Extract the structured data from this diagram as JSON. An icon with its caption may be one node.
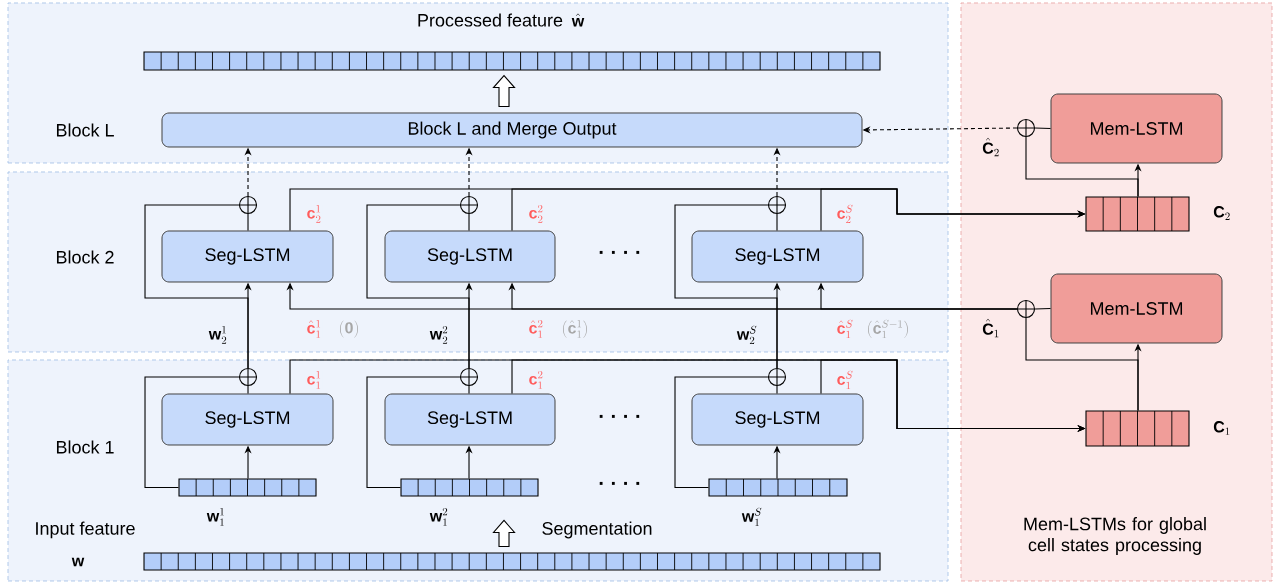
{
  "diagram": {
    "nodes": [
      {
        "text": [
          "Block L"
        ]
      },
      {
        "text": [
          "Block 2"
        ]
      },
      {
        "text": [
          "Block 1"
        ]
      },
      {
        "text": [
          "Mem-LSTMs for global cell states processing"
        ]
      },
      {
        "text": [
          "Processed feature",
          "\\hat{\\mathbf{w}}"
        ],
        "in": 0
      },
      {
        "text": [
          "Block L and Merge Output"
        ],
        "in": 0
      },
      {
        "text": [
          "Seg-LSTM"
        ],
        "in": 1
      },
      {
        "text": [
          "Seg-LSTM"
        ],
        "in": 1
      },
      {
        "text": [
          "Seg-LSTM"
        ],
        "in": 1
      },
      {
        "text": [],
        "shape": "circle",
        "in": 1
      },
      {
        "text": [],
        "shape": "circle",
        "in": 1
      },
      {
        "text": [],
        "shape": "circle",
        "in": 1
      },
      {
        "text": [
          "Seg-LSTM"
        ],
        "in": 2
      },
      {
        "text": [
          "Seg-LSTM"
        ],
        "in": 2
      },
      {
        "text": [
          "Seg-LSTM"
        ],
        "in": 2
      },
      {
        "text": [],
        "shape": "circle",
        "in": 2
      },
      {
        "text": [],
        "shape": "circle",
        "in": 2
      },
      {
        "text": [],
        "shape": "circle",
        "in": 2
      },
      {
        "text": [
          "\\mathbf{w}_1^1"
        ],
        "in": 2
      },
      {
        "text": [
          "\\mathbf{w}_1^2"
        ],
        "in": 2
      },
      {
        "text": [
          "\\mathbf{w}_1^S"
        ],
        "in": 2
      },
      {
        "text": [
          "Input feature",
          "\\mathbf{w}"
        ],
        "in": 2
      },
      {
        "text": [
          "Mem-LSTM"
        ],
        "in": 3
      },
      {
        "text": [],
        "shape": "circle",
        "in": 3
      },
      {
        "text": [
          "\\mathbf{C}_2"
        ],
        "in": 3
      },
      {
        "text": [
          "Mem-LSTM"
        ],
        "in": 3
      },
      {
        "text": [],
        "shape": "circle",
        "in": 3
      },
      {
        "text": [
          "\\mathbf{C}_1"
        ],
        "in": 3
      }
    ],
    "edges": [
      {
        "from": 5,
        "to": 4,
        "arrow": "to"
      },
      {
        "from": 21,
        "to": null,
        "arrow": "to",
        "label": "Segmentation"
      },
      {
        "from": 18,
        "to": 12,
        "arrow": "to"
      },
      {
        "from": 19,
        "to": 13,
        "arrow": "to"
      },
      {
        "from": 20,
        "to": 14,
        "arrow": "to"
      },
      {
        "from": 18,
        "to": 15,
        "arrow": "none"
      },
      {
        "from": 19,
        "to": 16,
        "arrow": "none"
      },
      {
        "from": 20,
        "to": 17,
        "arrow": "none"
      },
      {
        "from": 12,
        "to": 15,
        "arrow": "none"
      },
      {
        "from": 13,
        "to": 16,
        "arrow": "none"
      },
      {
        "from": 14,
        "to": 17,
        "arrow": "none"
      },
      {
        "from": 15,
        "to": 6,
        "arrow": "to",
        "label": "\\mathbf{w}_2^1"
      },
      {
        "from": 16,
        "to": 7,
        "arrow": "to",
        "label": "\\mathbf{w}_2^2"
      },
      {
        "from": 17,
        "to": 8,
        "arrow": "to",
        "label": "\\mathbf{w}_2^S"
      },
      {
        "from": 12,
        "to": 27,
        "arrow": "to",
        "label": "\\mathbf{c}_1^1"
      },
      {
        "from": 13,
        "to": 27,
        "arrow": "to",
        "label": "\\mathbf{c}_1^2"
      },
      {
        "from": 14,
        "to": 27,
        "arrow": "to",
        "label": "\\mathbf{c}_1^S"
      },
      {
        "from": 6,
        "to": 9,
        "arrow": "none"
      },
      {
        "from": 7,
        "to": 10,
        "arrow": "none"
      },
      {
        "from": 8,
        "to": 11,
        "arrow": "none"
      },
      {
        "from": 15,
        "to": 9,
        "arrow": "none"
      },
      {
        "from": 16,
        "to": 10,
        "arrow": "none"
      },
      {
        "from": 17,
        "to": 11,
        "arrow": "none"
      },
      {
        "from": 9,
        "to": 5,
        "arrow": "to",
        "style": "dashed"
      },
      {
        "from": 10,
        "to": 5,
        "arrow": "to",
        "style": "dashed"
      },
      {
        "from": 11,
        "to": 5,
        "arrow": "to",
        "style": "dashed"
      },
      {
        "from": 6,
        "to": 24,
        "arrow": "to",
        "label": "\\mathbf{c}_2^1"
      },
      {
        "from": 7,
        "to": 24,
        "arrow": "to",
        "label": "\\mathbf{c}_2^2"
      },
      {
        "from": 8,
        "to": 24,
        "arrow": "to",
        "label": "\\mathbf{c}_2^S"
      },
      {
        "from": 26,
        "to": 6,
        "arrow": "to",
        "label": "\\hat{\\mathbf{c}}_1^1"
      },
      {
        "from": 26,
        "to": 7,
        "arrow": "to",
        "label": "\\hat{\\mathbf{c}}_1^2"
      },
      {
        "from": 26,
        "to": 8,
        "arrow": "to",
        "label": "\\hat{\\mathbf{c}}_1^S"
      },
      {
        "from": 27,
        "to": 25,
        "arrow": "to"
      },
      {
        "from": 27,
        "to": 26,
        "arrow": "none"
      },
      {
        "from": 25,
        "to": 26,
        "arrow": "none"
      },
      {
        "from": 24,
        "to": 22,
        "arrow": "to"
      },
      {
        "from": 24,
        "to": 23,
        "arrow": "none"
      },
      {
        "from": 22,
        "to": 23,
        "arrow": "none"
      },
      {
        "from": 23,
        "to": 5,
        "arrow": "to",
        "style": "dashed"
      }
    ],
    "labels": [
      "(\\mathbf{0})",
      "(\\hat{\\mathbf{c}}_1^1)",
      "(\\hat{\\mathbf{c}}_1^{S-1})",
      "\\hat{\\mathbf{C}}_2",
      "\\hat{\\mathbf{C}}_1",
      "· · · ·",
      "· · · ·",
      "· · · ·"
    ]
  }
}
